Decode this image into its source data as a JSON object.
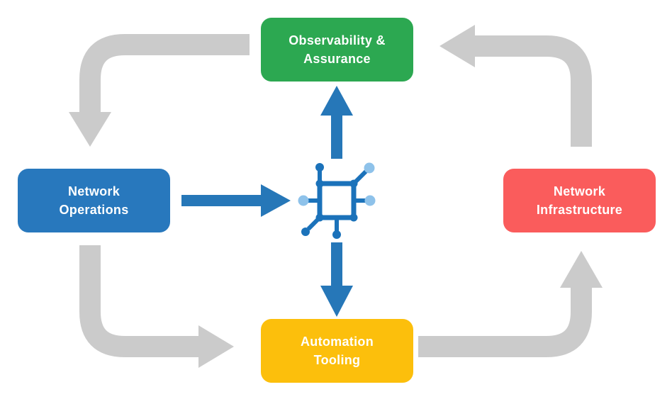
{
  "diagram": {
    "nodes": [
      {
        "id": "observability",
        "label": "Observability &\nAssurance",
        "color": "#2ca851"
      },
      {
        "id": "network-operations",
        "label": "Network\nOperations",
        "color": "#2878bd"
      },
      {
        "id": "network-infrastructure",
        "label": "Network\nInfrastructure",
        "color": "#fa5c5c"
      },
      {
        "id": "automation-tooling",
        "label": "Automation\nTooling",
        "color": "#fcbf0c"
      }
    ],
    "center_icon": "network-nodes-icon",
    "colors": {
      "cycle_arrow": "#cbcbcb",
      "flow_arrow": "#2677b8",
      "icon_dark": "#1b72ba",
      "icon_light": "#8ec2ea",
      "node_text": "#ffffff",
      "background": "#ffffff"
    }
  }
}
